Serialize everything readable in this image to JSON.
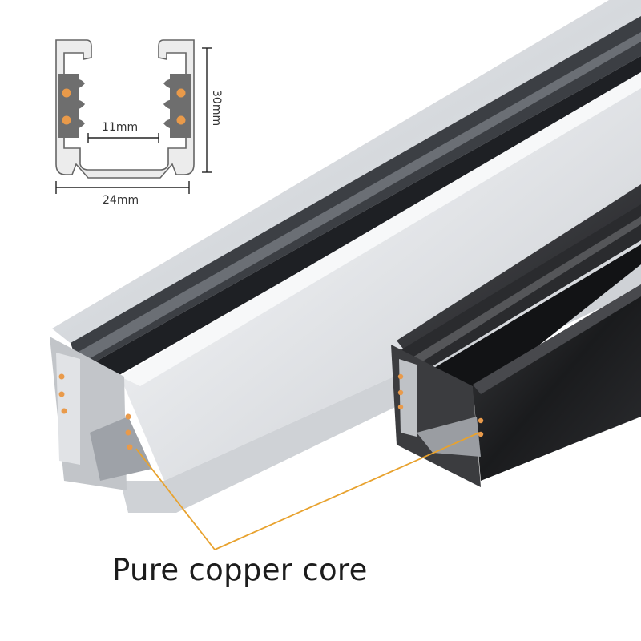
{
  "diagram": {
    "height_label": "30mm",
    "inner_width_label": "11mm",
    "outer_width_label": "24mm"
  },
  "callout": {
    "text": "Pure copper core"
  },
  "colors": {
    "copper": "#E99A4A",
    "callout_line": "#E8A22E",
    "silver_track": "#D9DCE0",
    "black_track": "#1B1C1E"
  }
}
